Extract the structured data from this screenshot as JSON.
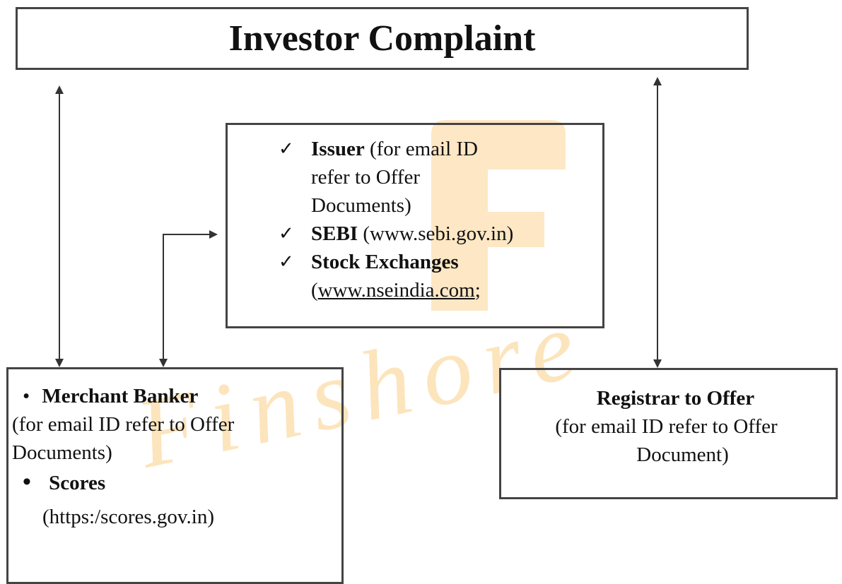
{
  "title": "Investor Complaint",
  "watermark": {
    "text": "Finshore",
    "color": "#f9c46b"
  },
  "center_box": {
    "items": [
      {
        "icon": "checkmark-icon",
        "lines": [
          [
            {
              "text": "Issuer",
              "bold": true
            },
            {
              "text": " (for email ID"
            }
          ],
          [
            {
              "text": "refer to Offer"
            }
          ],
          [
            {
              "text": "Documents)"
            }
          ]
        ]
      },
      {
        "icon": "checkmark-icon",
        "lines": [
          [
            {
              "text": "SEBI",
              "bold": true
            },
            {
              "text": " (www.sebi.gov.in)"
            }
          ]
        ]
      },
      {
        "icon": "checkmark-icon",
        "lines": [
          [
            {
              "text": "Stock Exchanges",
              "bold": true
            }
          ],
          [
            {
              "text": "("
            },
            {
              "text": "www.nseindia.com",
              "underline": true
            },
            {
              "text": ";"
            }
          ]
        ]
      }
    ]
  },
  "left_box": {
    "merchant_bullet": "•",
    "merchant_label": "Merchant Banker",
    "merchant_line2": "(for email ID refer to Offer",
    "merchant_line3": "Documents)",
    "scores_bullet": "•",
    "scores_label": "Scores",
    "scores_url": "(https:/scores.gov.in)"
  },
  "right_box": {
    "label": "Registrar to Offer",
    "line2": "(for email ID refer to Offer",
    "line3": "Document)"
  },
  "colors": {
    "border": "#444444",
    "arrow": "#333333",
    "text": "#111111"
  }
}
